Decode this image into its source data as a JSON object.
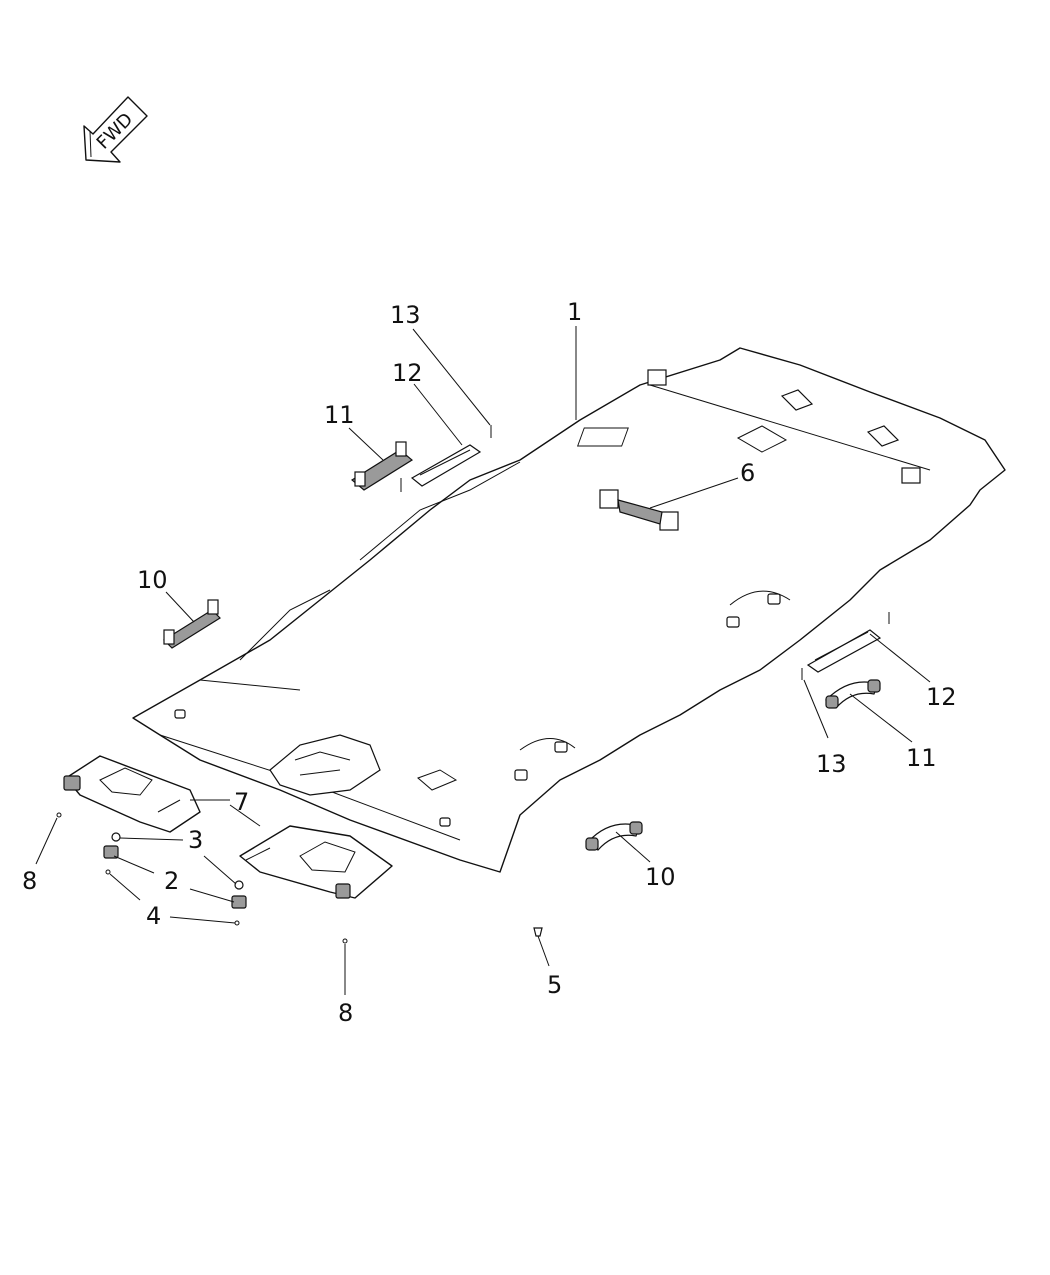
{
  "fwd_indicator": {
    "label": "FWD"
  },
  "callouts": {
    "c1": "1",
    "c2": "2",
    "c3": "3",
    "c4": "4",
    "c5": "5",
    "c6": "6",
    "c7": "7",
    "c8_left": "8",
    "c8_bottom": "8",
    "c10_left": "10",
    "c10_right": "10",
    "c11_top": "11",
    "c11_right": "11",
    "c12_top": "12",
    "c12_right": "12",
    "c13_top": "13",
    "c13_right": "13"
  }
}
